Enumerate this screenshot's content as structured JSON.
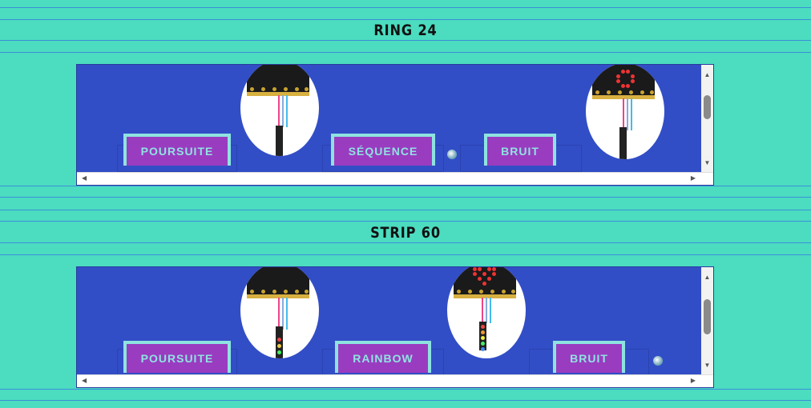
{
  "sections": [
    {
      "title": "RING 24",
      "buttons": [
        "POURSUITE",
        "SÉQUENCE",
        "BRUIT"
      ]
    },
    {
      "title": "STRIP 60",
      "buttons": [
        "POURSUITE",
        "RAINBOW",
        "BRUIT"
      ]
    }
  ],
  "colors": {
    "page_background": "#4cdcc0",
    "panel_background": "#324ec6",
    "button_background": "#9a3cc0",
    "button_text": "#8ee3e0"
  },
  "icons": {
    "scroll_up": "triangle-up-icon",
    "scroll_down": "triangle-down-icon",
    "scroll_left": "triangle-left-icon",
    "scroll_right": "triangle-right-icon"
  }
}
